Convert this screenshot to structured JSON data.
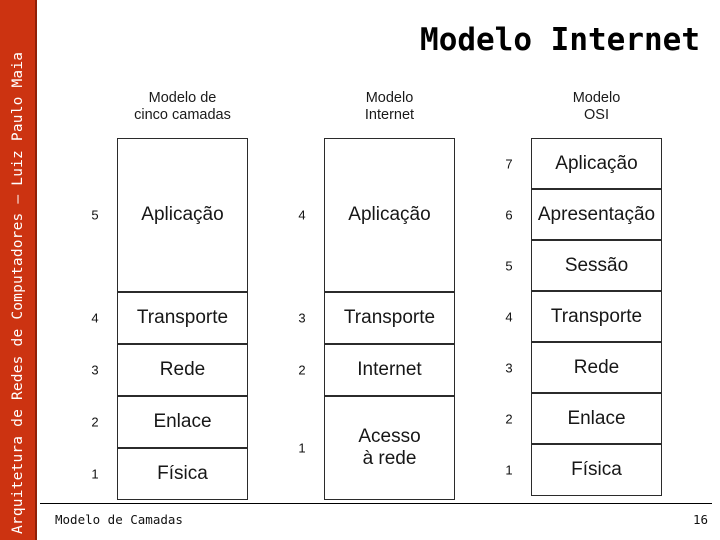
{
  "sidebar": {
    "text": "Arquitetura de Redes de Computadores – Luiz Paulo Maia",
    "color": "#CC3311",
    "text_color": "#FFFFFF"
  },
  "slide": {
    "title": "Modelo Internet"
  },
  "footer": {
    "left_label": "Modelo de Camadas",
    "page_number": "16"
  },
  "diagram": {
    "border_color": "#2B2B2B",
    "columns": [
      {
        "id": "cinco-camadas",
        "header_line1": "Modelo de",
        "header_line2": "cinco camadas",
        "layers": [
          {
            "number": "5",
            "label": "Aplicação"
          },
          {
            "number": "4",
            "label": "Transporte"
          },
          {
            "number": "3",
            "label": "Rede"
          },
          {
            "number": "2",
            "label": "Enlace"
          },
          {
            "number": "1",
            "label": "Física"
          }
        ]
      },
      {
        "id": "internet",
        "header_line1": "Modelo",
        "header_line2": "Internet",
        "layers": [
          {
            "number": "4",
            "label": "Aplicação"
          },
          {
            "number": "3",
            "label": "Transporte"
          },
          {
            "number": "2",
            "label": "Internet"
          },
          {
            "number": "1",
            "label": "Acesso\nà rede"
          }
        ]
      },
      {
        "id": "osi",
        "header_line1": "Modelo",
        "header_line2": "OSI",
        "layers": [
          {
            "number": "7",
            "label": "Aplicação"
          },
          {
            "number": "6",
            "label": "Apresentação"
          },
          {
            "number": "5",
            "label": "Sessão"
          },
          {
            "number": "4",
            "label": "Transporte"
          },
          {
            "number": "3",
            "label": "Rede"
          },
          {
            "number": "2",
            "label": "Enlace"
          },
          {
            "number": "1",
            "label": "Física"
          }
        ]
      }
    ]
  }
}
